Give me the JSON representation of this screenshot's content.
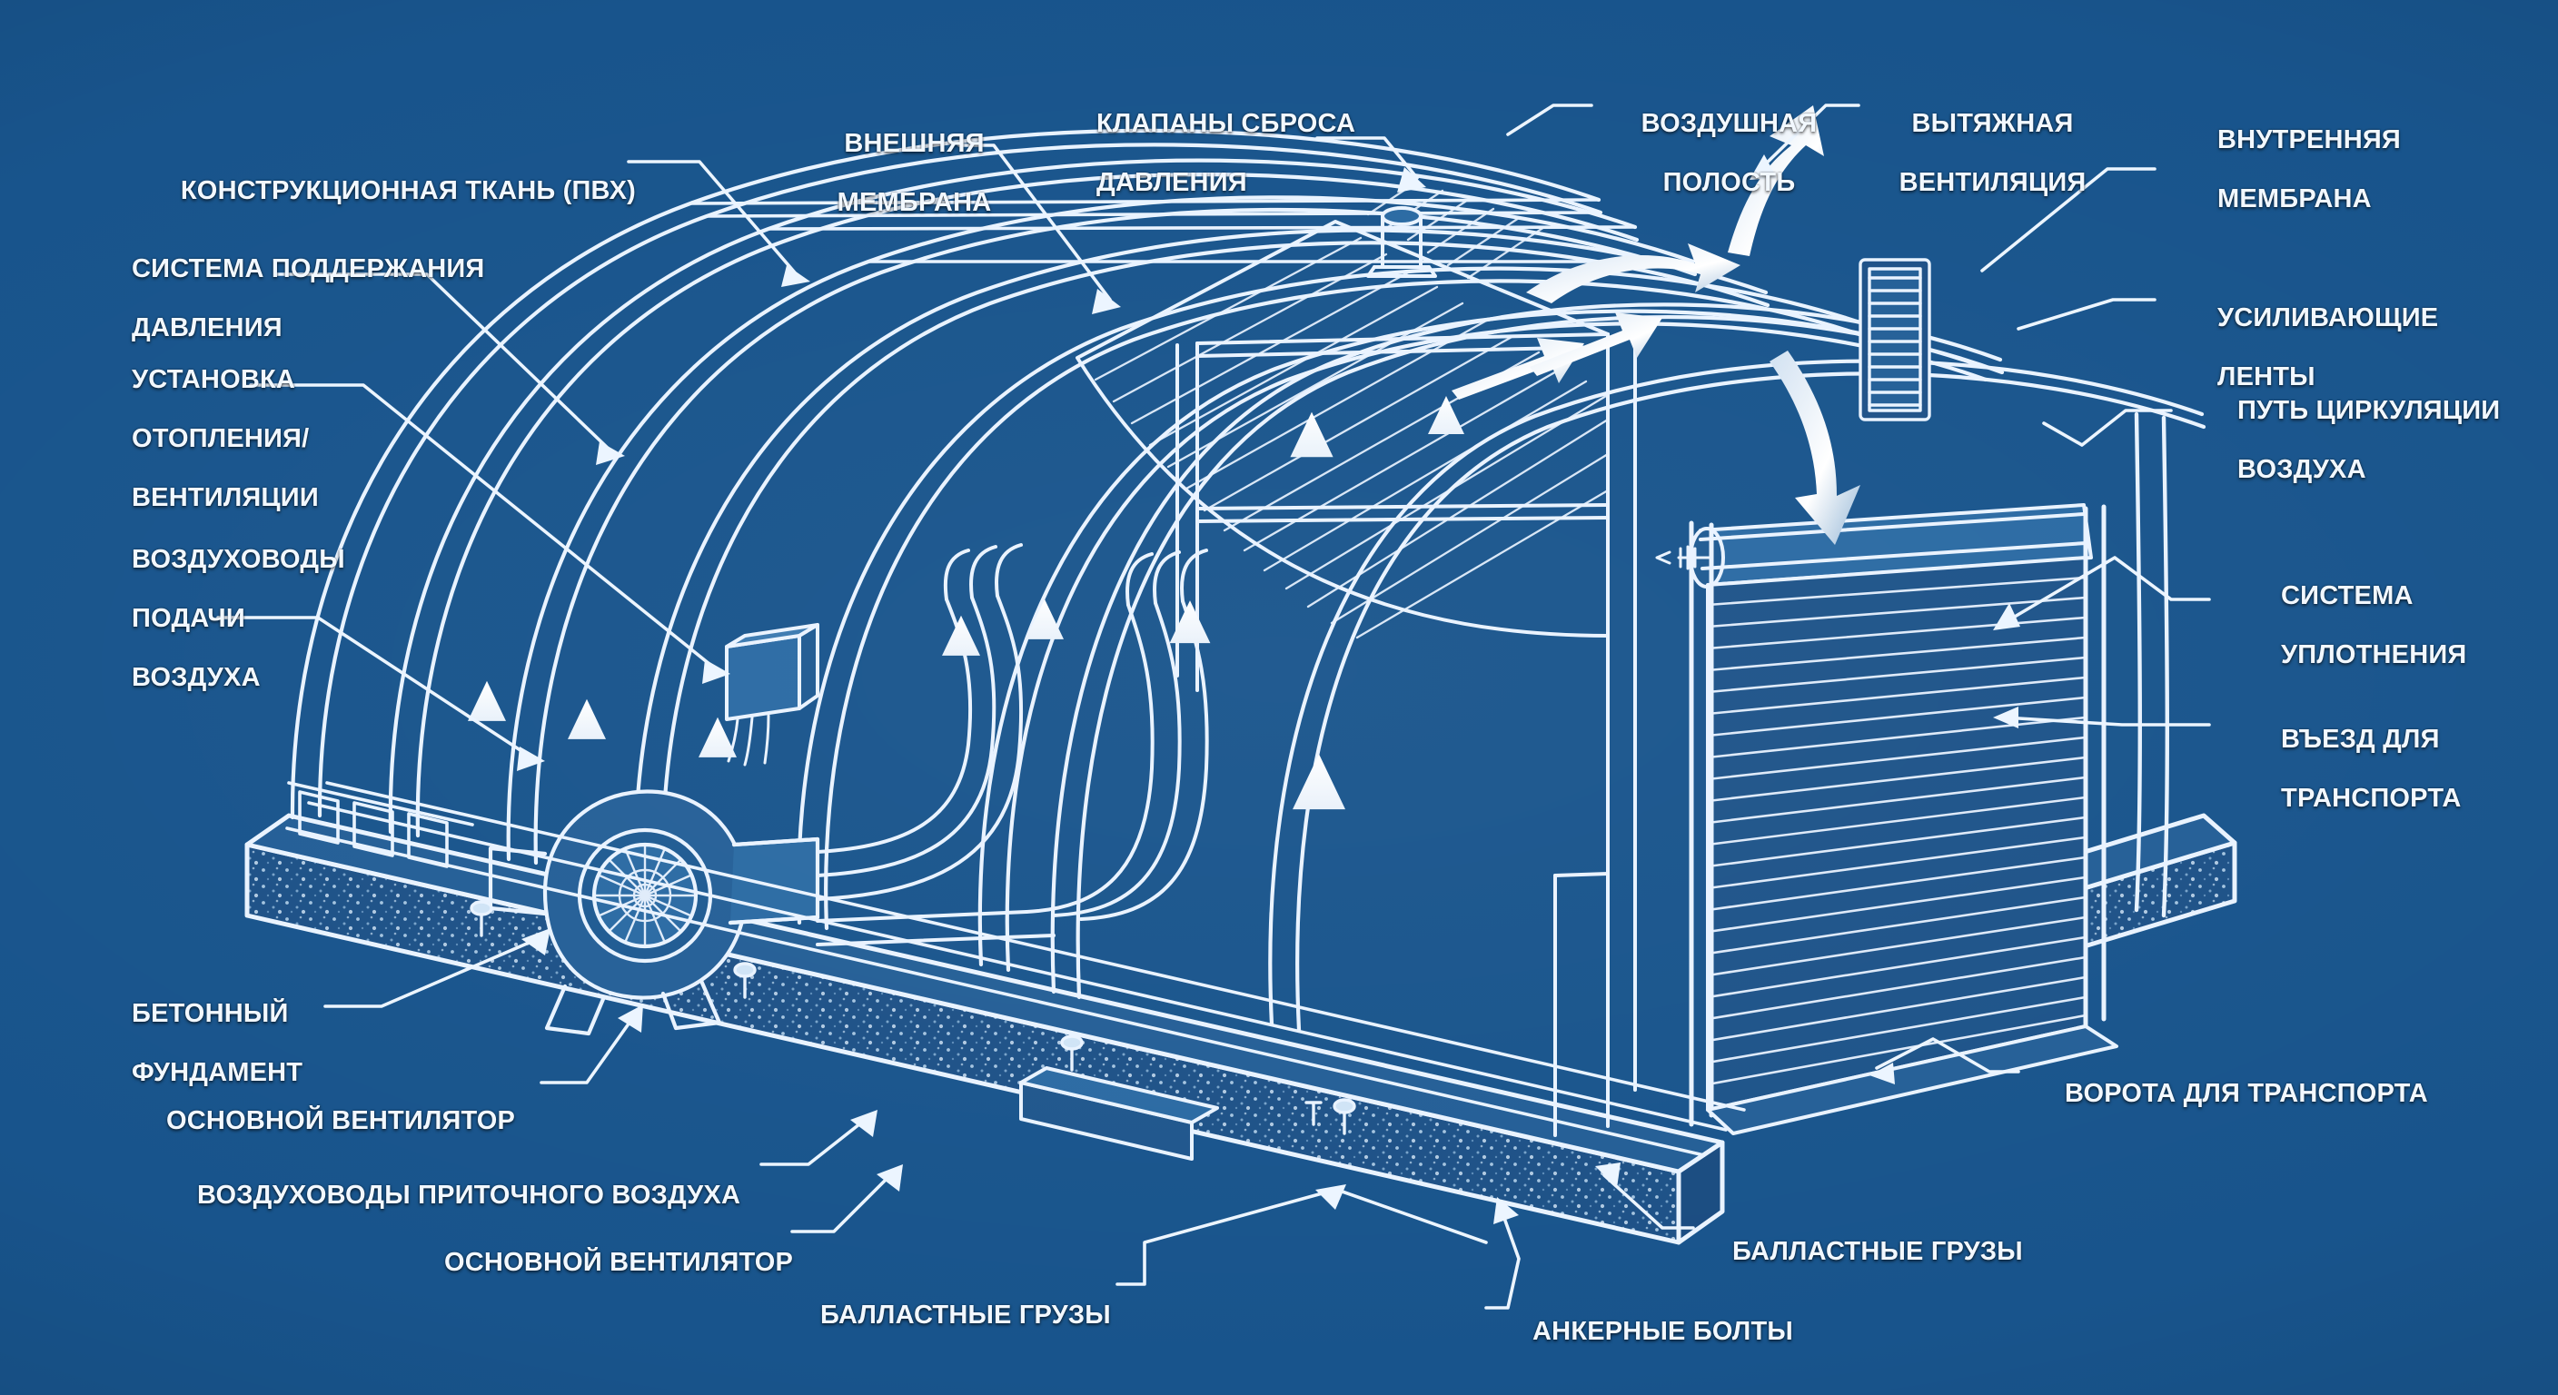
{
  "diagram": {
    "title": "Схема воздухоопорного сооружения",
    "background_color": "#1b5790",
    "line_color": "#e8f2ff",
    "ballast_fill": "#1d4f86"
  },
  "labels": {
    "structural_fabric": "КОНСТРУКЦИОННАЯ ТКАНЬ (ПВХ)",
    "pressure_system_l1": "СИСТЕМА ПОДДЕРЖАНИЯ",
    "pressure_system_l2": "ДАВЛЕНИЯ",
    "heating_unit_l1": "УСТАНОВКА",
    "heating_unit_l2": "ОТОПЛЕНИЯ/",
    "heating_unit_l3": "ВЕНТИЛЯЦИИ",
    "supply_ducts_l1": "ВОЗДУХОВОДЫ",
    "supply_ducts_l2": "ПОДАЧИ",
    "supply_ducts_l3": "ВОЗДУХА",
    "outer_membrane_l1": "ВНЕШНЯЯ",
    "outer_membrane_l2": "МЕМБРАНА",
    "relief_valves_l1": "КЛАПАНЫ СБРОСА",
    "relief_valves_l2": "ДАВЛЕНИЯ",
    "air_cavity_l1": "ВОЗДУШНАЯ",
    "air_cavity_l2": "ПОЛОСТЬ",
    "exhaust_vent_l1": "ВЫТЯЖНАЯ",
    "exhaust_vent_l2": "ВЕНТИЛЯЦИЯ",
    "inner_membrane_l1": "ВНУТРЕННЯЯ",
    "inner_membrane_l2": "МЕМБРАНА",
    "reinforcing_straps_l1": "УСИЛИВАЮЩИЕ",
    "reinforcing_straps_l2": "ЛЕНТЫ",
    "air_circulation_l1": "ПУТЬ ЦИРКУЛЯЦИИ",
    "air_circulation_l2": "ВОЗДУХА",
    "sealing_system_l1": "СИСТЕМА",
    "sealing_system_l2": "УПЛОТНЕНИЯ",
    "vehicle_entry_l1": "ВЪЕЗД ДЛЯ",
    "vehicle_entry_l2": "ТРАНСПОРТА",
    "vehicle_gate": "ВОРОТА ДЛЯ ТРАНСПОРТА",
    "ballast_right": "БАЛЛАСТНЫЕ ГРУЗЫ",
    "anchor_bolts": "АНКЕРНЫЕ БОЛТЫ",
    "ballast_center": "БАЛЛАСТНЫЕ ГРУЗЫ",
    "main_fan_bottom": "ОСНОВНОЙ ВЕНТИЛЯТОР",
    "intake_ducts": "ВОЗДУХОВОДЫ ПРИТОЧНОГО ВОЗДУХА",
    "main_fan": "ОСНОВНОЙ ВЕНТИЛЯТОР",
    "concrete_foundation_l1": "БЕТОННЫЙ",
    "concrete_foundation_l2": "ФУНДАМЕНТ"
  },
  "parts": {
    "roll_up_door": "roll-up-door",
    "louver_vent": "louver-vent",
    "relief_valve_stack": "relief-valve-stack",
    "centrifugal_fan": "centrifugal-fan",
    "heater_box": "heater-box",
    "concrete_plinth": "concrete-plinth"
  }
}
